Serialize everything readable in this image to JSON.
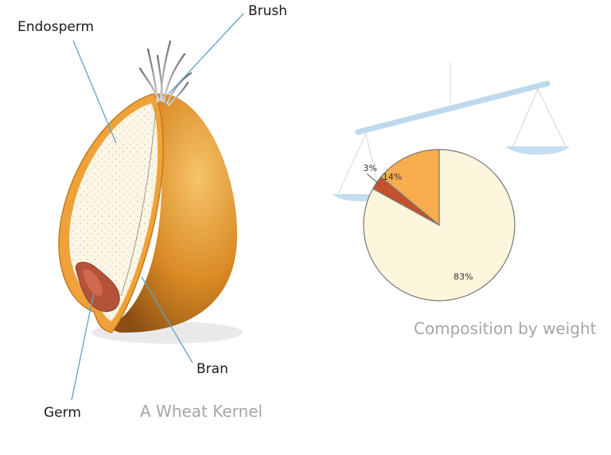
{
  "kernel": {
    "caption": "A Wheat Kernel",
    "labels": {
      "brush": "Brush",
      "endosperm": "Endosperm",
      "bran": "Bran",
      "germ": "Germ"
    }
  },
  "composition": {
    "caption": "Composition by weight"
  },
  "colors": {
    "bran_dark": "#b8701a",
    "bran_orange": "#f0a23a",
    "endosperm": "#fbf6e6",
    "germ": "#b5533a",
    "leader_line": "#5fa3c9",
    "scale": "#bdd9ec"
  },
  "chart_data": {
    "type": "pie",
    "slices": [
      {
        "label": "83%",
        "value": 83,
        "color": "#fdf6dc"
      },
      {
        "label": "3%",
        "value": 3,
        "color": "#c4502c"
      },
      {
        "label": "14%",
        "value": 14,
        "color": "#f7ad4e"
      }
    ]
  }
}
